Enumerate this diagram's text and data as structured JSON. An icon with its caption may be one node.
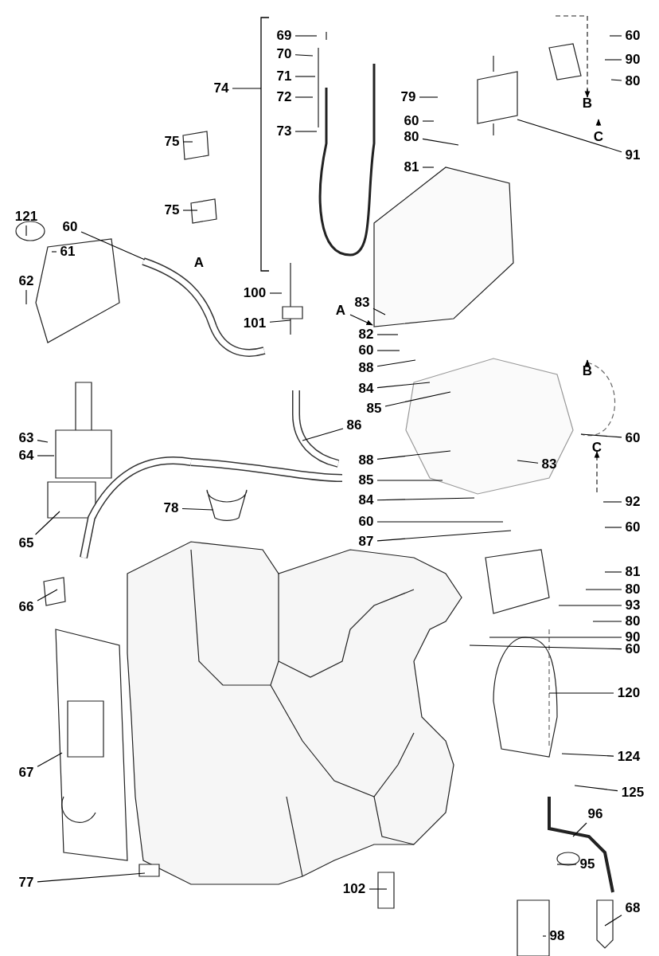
{
  "diagram": {
    "nodes": [
      {
        "text": [
          "69"
        ]
      },
      {
        "text": [
          "70"
        ]
      },
      {
        "text": [
          "71"
        ]
      },
      {
        "text": [
          "72"
        ]
      },
      {
        "text": [
          "73"
        ]
      },
      {
        "text": [
          "74"
        ]
      },
      {
        "text": [
          "75"
        ]
      },
      {
        "text": [
          "75"
        ]
      },
      {
        "text": [
          "79"
        ]
      },
      {
        "text": [
          "60"
        ]
      },
      {
        "text": [
          "80"
        ]
      },
      {
        "text": [
          "81"
        ]
      },
      {
        "text": [
          "60"
        ]
      },
      {
        "text": [
          "90"
        ]
      },
      {
        "text": [
          "80"
        ]
      },
      {
        "text": [
          "91"
        ]
      },
      {
        "text": [
          "121"
        ]
      },
      {
        "text": [
          "60"
        ]
      },
      {
        "text": [
          "61"
        ]
      },
      {
        "text": [
          "62"
        ]
      },
      {
        "text": [
          "100"
        ]
      },
      {
        "text": [
          "101"
        ]
      },
      {
        "text": [
          "83"
        ]
      },
      {
        "text": [
          "82"
        ]
      },
      {
        "text": [
          "60"
        ]
      },
      {
        "text": [
          "88"
        ]
      },
      {
        "text": [
          "84"
        ]
      },
      {
        "text": [
          "85"
        ]
      },
      {
        "text": [
          "86"
        ]
      },
      {
        "text": [
          "63"
        ]
      },
      {
        "text": [
          "64"
        ]
      },
      {
        "text": [
          "60"
        ]
      },
      {
        "text": [
          "88"
        ]
      },
      {
        "text": [
          "85"
        ]
      },
      {
        "text": [
          "83"
        ]
      },
      {
        "text": [
          "92"
        ]
      },
      {
        "text": [
          "78"
        ]
      },
      {
        "text": [
          "84"
        ]
      },
      {
        "text": [
          "60"
        ]
      },
      {
        "text": [
          "60"
        ]
      },
      {
        "text": [
          "87"
        ]
      },
      {
        "text": [
          "65"
        ]
      },
      {
        "text": [
          "81"
        ]
      },
      {
        "text": [
          "80"
        ]
      },
      {
        "text": [
          "93"
        ]
      },
      {
        "text": [
          "66"
        ]
      },
      {
        "text": [
          "80"
        ]
      },
      {
        "text": [
          "90"
        ]
      },
      {
        "text": [
          "60"
        ]
      },
      {
        "text": [
          "120"
        ]
      },
      {
        "text": [
          "124"
        ]
      },
      {
        "text": [
          "67"
        ]
      },
      {
        "text": [
          "125"
        ]
      },
      {
        "text": [
          "96"
        ]
      },
      {
        "text": [
          "95"
        ]
      },
      {
        "text": [
          "102"
        ]
      },
      {
        "text": [
          "77"
        ]
      },
      {
        "text": [
          "68"
        ]
      },
      {
        "text": [
          "98"
        ]
      },
      {
        "text": [],
        "shape": "bar"
      }
    ],
    "edges": [
      {
        "from": 0,
        "to": null,
        "arrow": "none"
      },
      {
        "from": 1,
        "to": null,
        "arrow": "none"
      },
      {
        "from": 2,
        "to": null,
        "arrow": "none"
      },
      {
        "from": 3,
        "to": null,
        "arrow": "none"
      },
      {
        "from": 4,
        "to": null,
        "arrow": "none"
      },
      {
        "from": 5,
        "to": 59,
        "arrow": "none"
      },
      {
        "from": 6,
        "to": null,
        "arrow": "none"
      },
      {
        "from": 7,
        "to": null,
        "arrow": "none"
      },
      {
        "from": 8,
        "to": null,
        "arrow": "none"
      },
      {
        "from": 9,
        "to": null,
        "arrow": "none"
      },
      {
        "from": 10,
        "to": null,
        "arrow": "none"
      },
      {
        "from": 11,
        "to": null,
        "arrow": "none"
      },
      {
        "from": 12,
        "to": null,
        "arrow": "none"
      },
      {
        "from": 13,
        "to": null,
        "arrow": "none"
      },
      {
        "from": 14,
        "to": null,
        "arrow": "none"
      },
      {
        "from": 15,
        "to": null,
        "arrow": "none"
      },
      {
        "from": 16,
        "to": null,
        "arrow": "none"
      },
      {
        "from": 17,
        "to": null,
        "arrow": "none"
      },
      {
        "from": 18,
        "to": null,
        "arrow": "none"
      },
      {
        "from": 19,
        "to": null,
        "arrow": "none"
      },
      {
        "from": 20,
        "to": null,
        "arrow": "none"
      },
      {
        "from": 21,
        "to": null,
        "arrow": "none"
      },
      {
        "from": 22,
        "to": null,
        "arrow": "none"
      },
      {
        "from": 23,
        "to": null,
        "arrow": "none"
      },
      {
        "from": 24,
        "to": null,
        "arrow": "none"
      },
      {
        "from": 25,
        "to": null,
        "arrow": "none"
      },
      {
        "from": 26,
        "to": null,
        "arrow": "none"
      },
      {
        "from": 27,
        "to": null,
        "arrow": "none"
      },
      {
        "from": 28,
        "to": null,
        "arrow": "none"
      },
      {
        "from": 29,
        "to": null,
        "arrow": "none"
      },
      {
        "from": 30,
        "to": null,
        "arrow": "none"
      },
      {
        "from": 31,
        "to": null,
        "arrow": "none"
      },
      {
        "from": 32,
        "to": null,
        "arrow": "none"
      },
      {
        "from": 33,
        "to": null,
        "arrow": "none"
      },
      {
        "from": 34,
        "to": null,
        "arrow": "none"
      },
      {
        "from": 35,
        "to": null,
        "arrow": "none"
      },
      {
        "from": 36,
        "to": null,
        "arrow": "none"
      },
      {
        "from": 37,
        "to": null,
        "arrow": "none"
      },
      {
        "from": 38,
        "to": null,
        "arrow": "none"
      },
      {
        "from": 39,
        "to": null,
        "arrow": "none"
      },
      {
        "from": 40,
        "to": null,
        "arrow": "none"
      },
      {
        "from": 41,
        "to": null,
        "arrow": "none"
      },
      {
        "from": 42,
        "to": null,
        "arrow": "none"
      },
      {
        "from": 43,
        "to": null,
        "arrow": "none"
      },
      {
        "from": 44,
        "to": null,
        "arrow": "none"
      },
      {
        "from": 45,
        "to": null,
        "arrow": "none"
      },
      {
        "from": 46,
        "to": null,
        "arrow": "none"
      },
      {
        "from": 47,
        "to": null,
        "arrow": "none"
      },
      {
        "from": 48,
        "to": null,
        "arrow": "none"
      },
      {
        "from": 49,
        "to": null,
        "arrow": "none"
      },
      {
        "from": 50,
        "to": null,
        "arrow": "none"
      },
      {
        "from": 51,
        "to": null,
        "arrow": "none"
      },
      {
        "from": 52,
        "to": null,
        "arrow": "none"
      },
      {
        "from": 53,
        "to": null,
        "arrow": "none"
      },
      {
        "from": 54,
        "to": null,
        "arrow": "none"
      },
      {
        "from": 55,
        "to": null,
        "arrow": "none"
      },
      {
        "from": 56,
        "to": null,
        "arrow": "none"
      },
      {
        "from": 57,
        "to": null,
        "arrow": "none"
      },
      {
        "from": 58,
        "to": null,
        "arrow": "none"
      }
    ],
    "labels": [
      "A",
      "A",
      "B",
      "C",
      "B",
      "C"
    ]
  }
}
